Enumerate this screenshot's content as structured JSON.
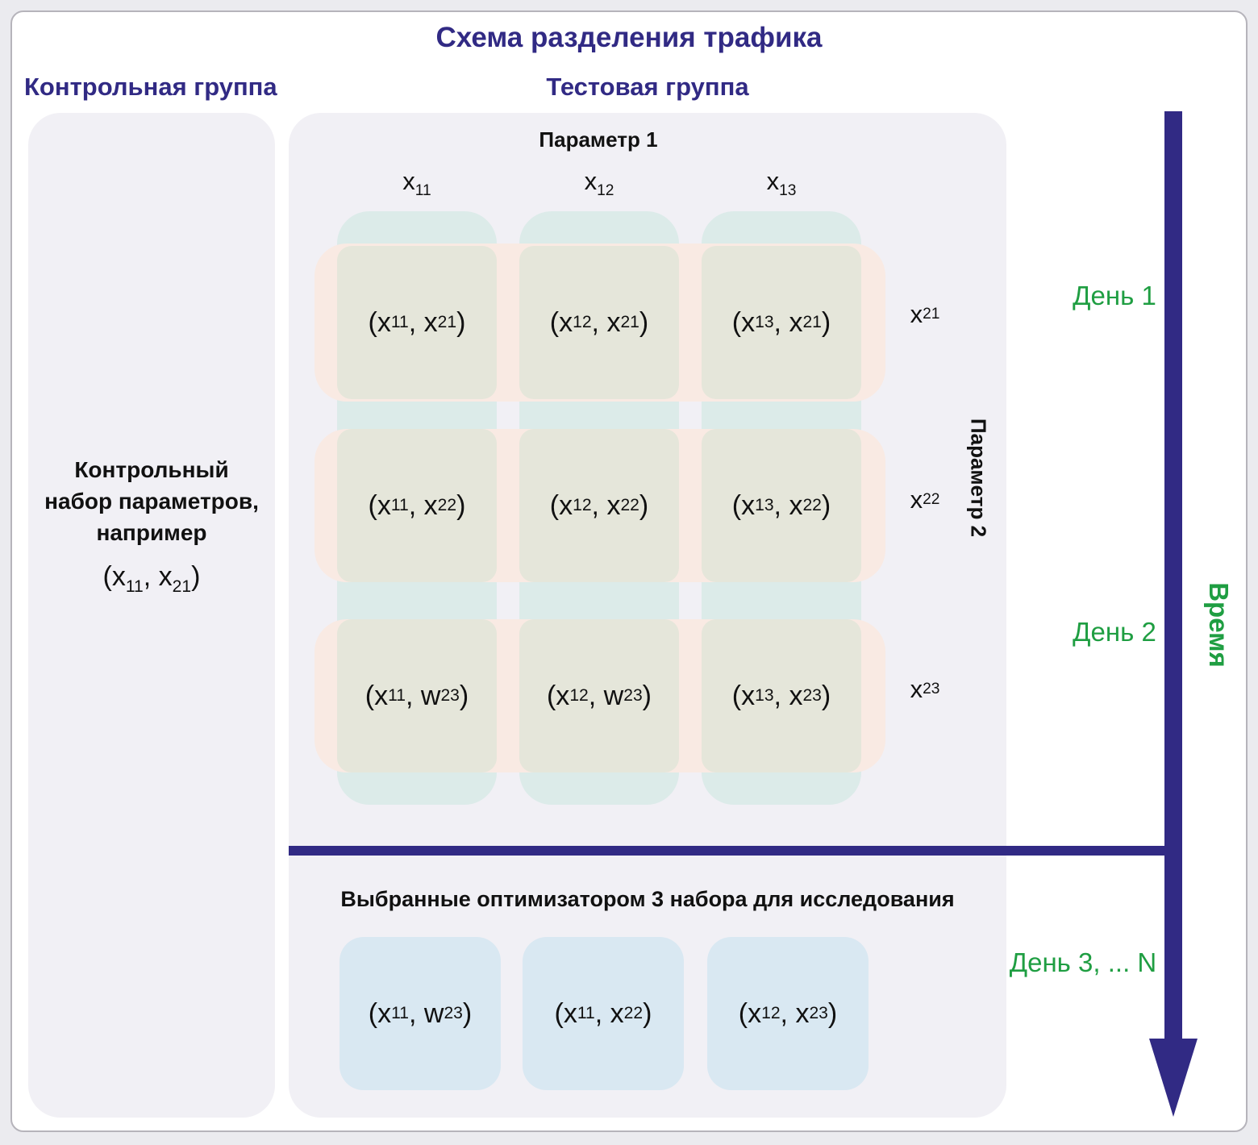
{
  "title": "Схема разделения трафика",
  "control_group": {
    "header": "Контрольная группа",
    "description": "Контрольный\nнабор параметров,\nнапример",
    "example": "(x_{11}, x_{21})"
  },
  "test_group": {
    "header": "Тестовая группа",
    "param1_label": "Параметр 1",
    "param2_label": "Параметр 2",
    "col_labels": [
      "x_{11}",
      "x_{12}",
      "x_{13}"
    ],
    "row_labels": [
      "x_{21}",
      "x_{22}",
      "x_{23}"
    ],
    "cells": [
      [
        "(x_{11}, x_{21})",
        "(x_{12}, x_{21})",
        "(x_{13}, x_{21})"
      ],
      [
        "(x_{11}, x_{22})",
        "(x_{12}, x_{22})",
        "(x_{13}, x_{22})"
      ],
      [
        "(x_{11}, w_{23})",
        "(x_{12}, w_{23})",
        "(x_{13}, x_{23})"
      ]
    ]
  },
  "bottom_section": {
    "header": "Выбранные оптимизатором 3 набора для исследования",
    "boxes": [
      "(x_{11}, w_{23})",
      "(x_{11}, x_{22})",
      "(x_{12}, x_{23})"
    ]
  },
  "timeline": {
    "label": "Время",
    "days": [
      "День 1",
      "День 2",
      "День 3, ... N"
    ]
  },
  "colors": {
    "accent_purple": "#312a84",
    "accent_green": "#1f9e42",
    "panel_gray": "#f1f0f5",
    "column_teal": "#dcebe9",
    "row_pink": "#f9eae3",
    "cell_overlap": "#e5e6da",
    "pick_box_blue": "#d9e8f2"
  }
}
